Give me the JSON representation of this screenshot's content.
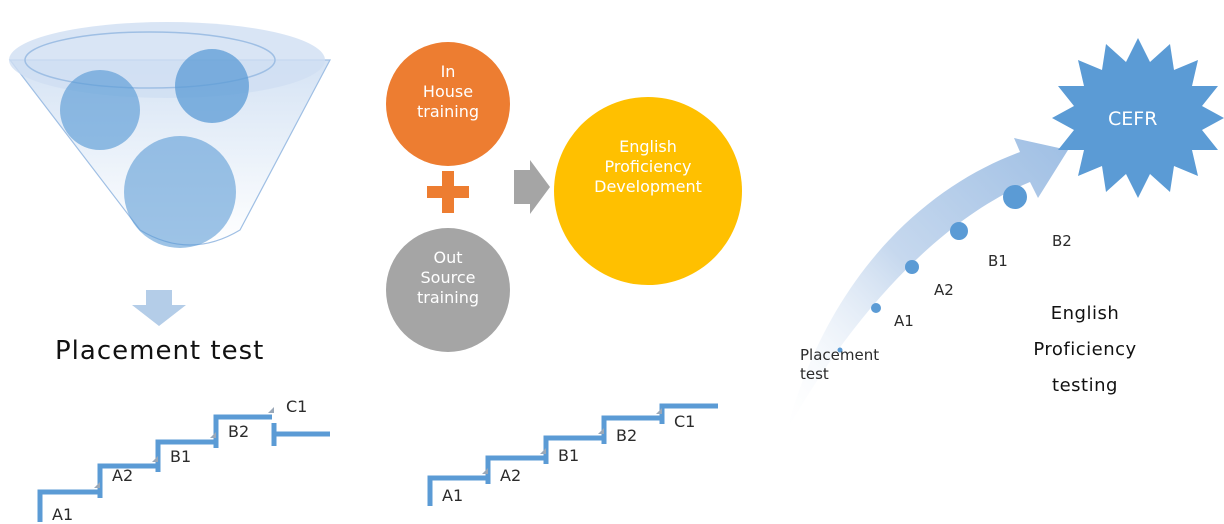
{
  "left_panel": {
    "title": "Placement test",
    "levels": [
      "A1",
      "A2",
      "B1",
      "B2",
      "C1"
    ]
  },
  "middle_panel": {
    "in_house": "In House training",
    "in_house_lines": [
      "In",
      "House",
      "training"
    ],
    "out_source_lines": [
      "Out",
      "Source",
      "training"
    ],
    "result_lines": [
      "English",
      "Proficiency",
      "Development"
    ],
    "levels": [
      "A1",
      "A2",
      "B1",
      "B2",
      "C1"
    ]
  },
  "right_panel": {
    "start_lines": [
      "Placement",
      "test"
    ],
    "points": [
      "A1",
      "A2",
      "B1",
      "B2"
    ],
    "goal": "CEFR",
    "caption_lines": [
      "English",
      "Proficiency",
      "testing"
    ]
  },
  "colors": {
    "funnel_blue": "#5b9bd5",
    "orange": "#ed7d31",
    "gray": "#a5a5a5",
    "gold": "#ffc000",
    "stair_blue": "#5b9bd5"
  }
}
